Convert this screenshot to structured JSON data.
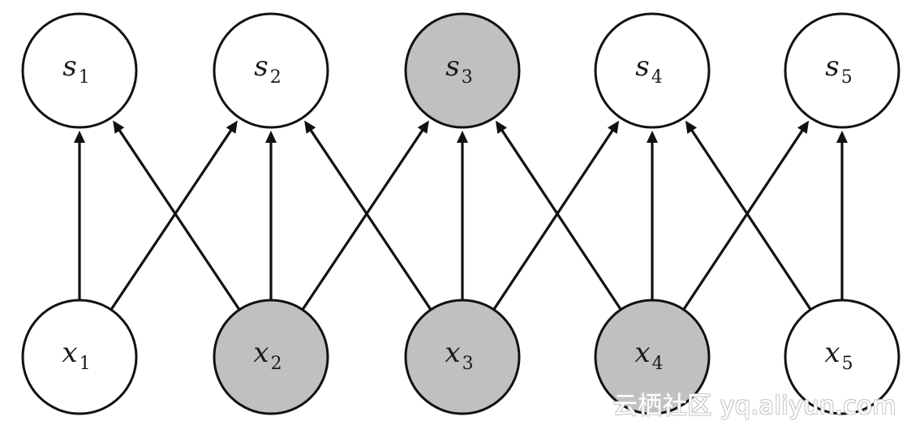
{
  "diagram": {
    "top_row": [
      {
        "id": "s1",
        "base": "s",
        "sub": "1",
        "highlighted": false
      },
      {
        "id": "s2",
        "base": "s",
        "sub": "2",
        "highlighted": false
      },
      {
        "id": "s3",
        "base": "s",
        "sub": "3",
        "highlighted": true
      },
      {
        "id": "s4",
        "base": "s",
        "sub": "4",
        "highlighted": false
      },
      {
        "id": "s5",
        "base": "s",
        "sub": "5",
        "highlighted": false
      }
    ],
    "bottom_row": [
      {
        "id": "x1",
        "base": "x",
        "sub": "1",
        "highlighted": false
      },
      {
        "id": "x2",
        "base": "x",
        "sub": "2",
        "highlighted": true
      },
      {
        "id": "x3",
        "base": "x",
        "sub": "3",
        "highlighted": true
      },
      {
        "id": "x4",
        "base": "x",
        "sub": "4",
        "highlighted": true
      },
      {
        "id": "x5",
        "base": "x",
        "sub": "5",
        "highlighted": false
      }
    ],
    "edges": [
      {
        "from": "x1",
        "to": "s1"
      },
      {
        "from": "x1",
        "to": "s2"
      },
      {
        "from": "x2",
        "to": "s1"
      },
      {
        "from": "x2",
        "to": "s2"
      },
      {
        "from": "x2",
        "to": "s3"
      },
      {
        "from": "x3",
        "to": "s2"
      },
      {
        "from": "x3",
        "to": "s3"
      },
      {
        "from": "x3",
        "to": "s4"
      },
      {
        "from": "x4",
        "to": "s3"
      },
      {
        "from": "x4",
        "to": "s4"
      },
      {
        "from": "x4",
        "to": "s5"
      },
      {
        "from": "x5",
        "to": "s4"
      },
      {
        "from": "x5",
        "to": "s5"
      }
    ],
    "colors": {
      "highlight_fill": "#c0c0c0",
      "normal_fill": "#ffffff",
      "stroke": "#111111"
    }
  },
  "watermark": {
    "text": "云栖社区 yq.aliyun.com"
  }
}
